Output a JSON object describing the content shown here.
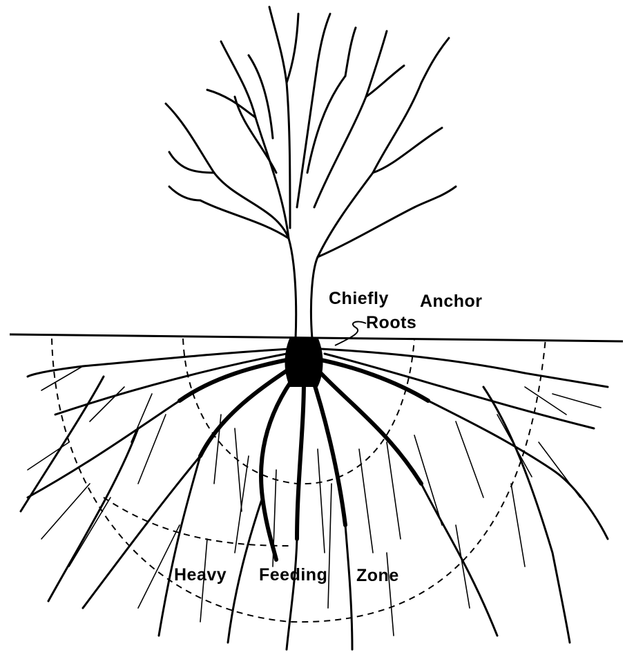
{
  "labels": {
    "chiefly": "Chiefly",
    "anchor": "Anchor",
    "roots": "Roots",
    "heavy": "Heavy",
    "feeding": "Feeding",
    "zone": "Zone"
  },
  "colors": {
    "ink": "#000000",
    "background": "#ffffff"
  }
}
